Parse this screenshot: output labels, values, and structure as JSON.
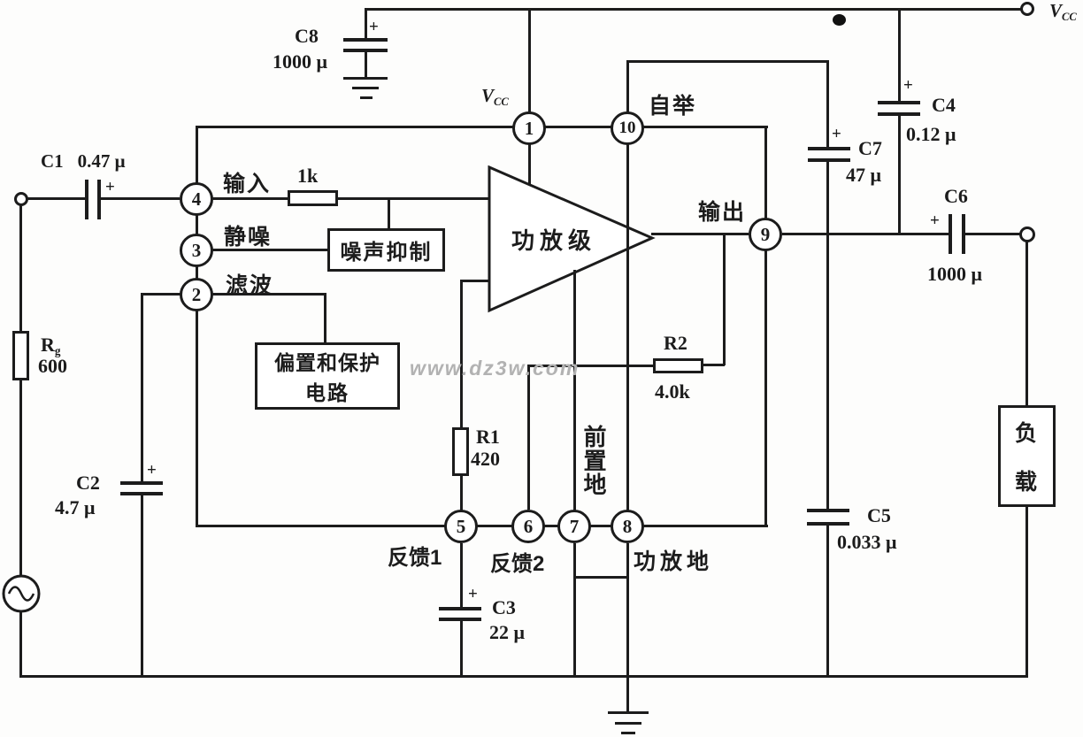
{
  "watermark": "www.dz3w.com",
  "plus": "+",
  "vcc": {
    "main": "V",
    "sub": "CC"
  },
  "amp_label": "功放级",
  "boxes": {
    "noise": "噪声抑制",
    "bias_line1": "偏置和保护",
    "bias_line2": "电路",
    "load_char1": "负",
    "load_char2": "载"
  },
  "pins": {
    "p1": "1",
    "p2": "2",
    "p3": "3",
    "p4": "4",
    "p5": "5",
    "p6": "6",
    "p7": "7",
    "p8": "8",
    "p9": "9",
    "p10": "10"
  },
  "pin_functions": {
    "input": "输入",
    "mute": "静噪",
    "filter": "滤波",
    "bootstrap": "自举",
    "output": "输出",
    "feedback1": "反馈1",
    "feedback2": "反馈2",
    "preamp_ground": "前置地",
    "amp_ground": "功放地"
  },
  "components": {
    "c8": {
      "name": "C8",
      "value": "1000 μ"
    },
    "c1": {
      "name": "C1",
      "value": "0.47 μ"
    },
    "rg": {
      "name_main": "R",
      "name_sub": "g",
      "value": "600"
    },
    "r_1k": {
      "value": "1k"
    },
    "r1": {
      "name": "R1",
      "value": "420"
    },
    "r2": {
      "name": "R2",
      "value": "4.0k"
    },
    "c2": {
      "name": "C2",
      "value": "4.7 μ"
    },
    "c3": {
      "name": "C3",
      "value": "22 μ"
    },
    "c7": {
      "name": "C7",
      "value": "47 μ"
    },
    "c4": {
      "name": "C4",
      "value": "0.12 μ"
    },
    "c5": {
      "name": "C5",
      "value": "0.033 μ"
    },
    "c6": {
      "name": "C6",
      "value": "1000 μ"
    }
  }
}
